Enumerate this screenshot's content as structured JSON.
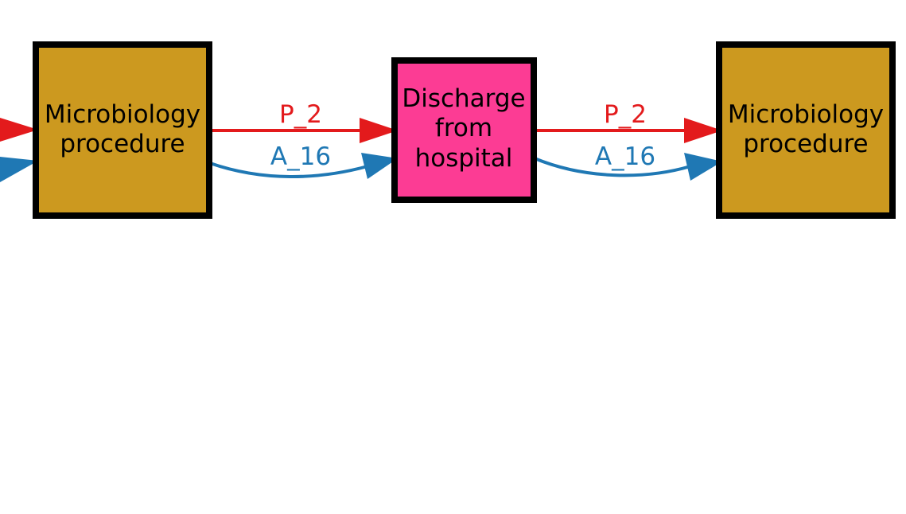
{
  "nodes": [
    {
      "id": "n1",
      "lines": [
        "Microbiology",
        "procedure"
      ],
      "fill": "#cc991f"
    },
    {
      "id": "n2",
      "lines": [
        "Discharge",
        "from",
        "hospital"
      ],
      "fill": "#fc3c94"
    },
    {
      "id": "n3",
      "lines": [
        "Microbiology",
        "procedure"
      ],
      "fill": "#cc991f"
    }
  ],
  "edges": [
    {
      "from": "n1",
      "to": "n2",
      "label": "P_2",
      "color": "#e31a1c"
    },
    {
      "from": "n1",
      "to": "n2",
      "label": "A_16",
      "color": "#1f78b4"
    },
    {
      "from": "n2",
      "to": "n3",
      "label": "P_2",
      "color": "#e31a1c"
    },
    {
      "from": "n2",
      "to": "n3",
      "label": "A_16",
      "color": "#1f78b4"
    }
  ],
  "incoming_edges": [
    {
      "to": "n1",
      "color": "#e31a1c"
    },
    {
      "to": "n1",
      "color": "#1f78b4"
    }
  ],
  "border_color": "#000000"
}
